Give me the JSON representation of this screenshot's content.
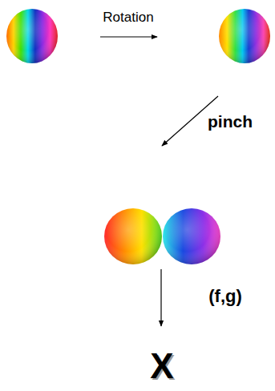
{
  "diagram": {
    "labels": [
      "Rotation",
      "pinch",
      "(f,g)",
      "X"
    ]
  }
}
